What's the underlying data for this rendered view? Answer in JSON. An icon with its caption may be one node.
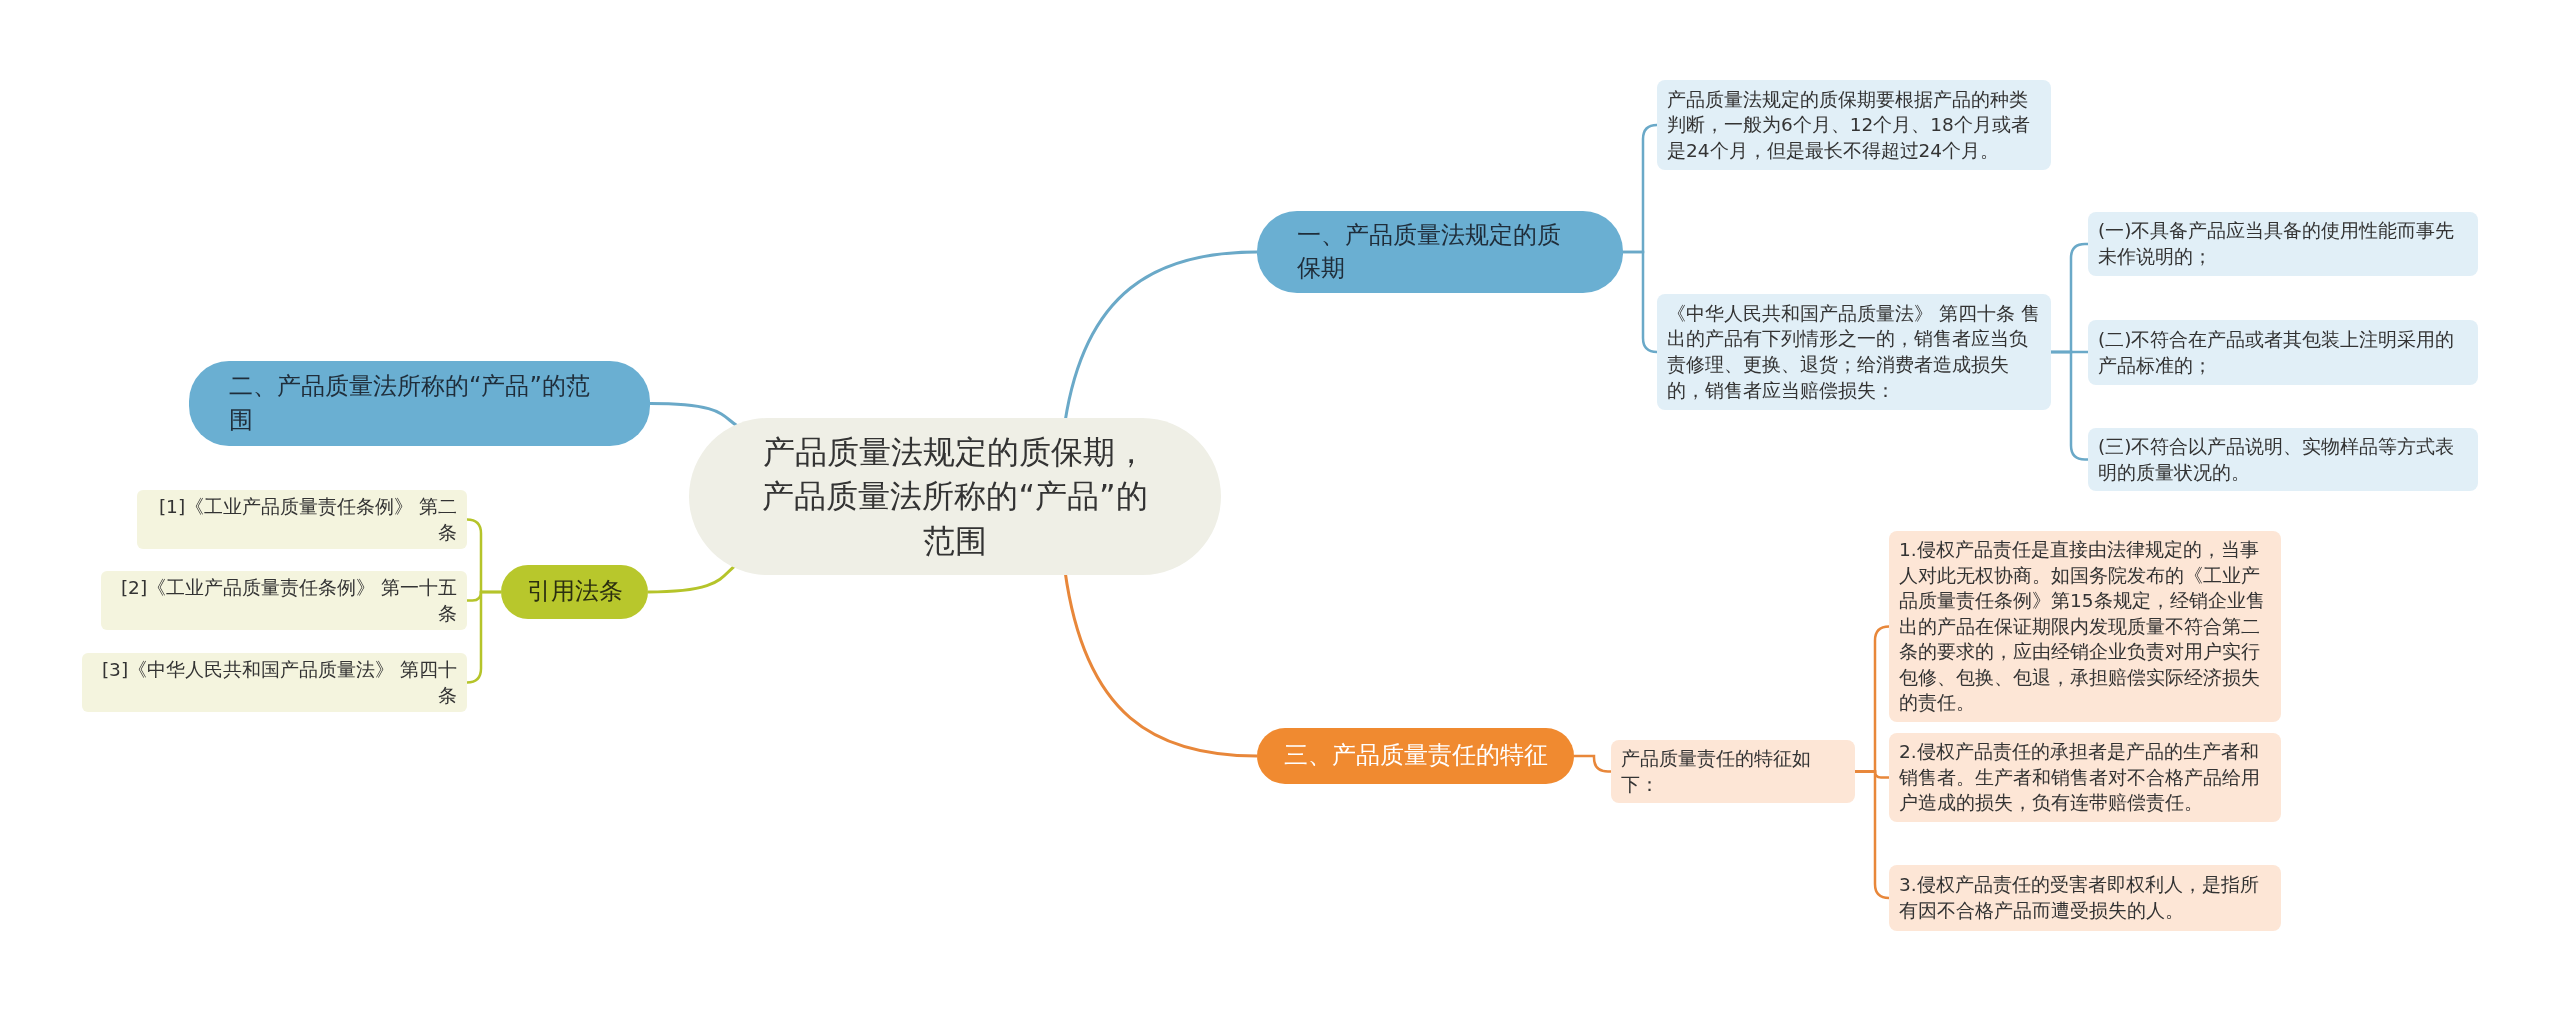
{
  "diagram": {
    "nodes": [
      {
        "text": [
          "产品质量法规定的质保期，产品质量法所称的“产品”的范围"
        ]
      },
      {
        "text": [
          "一、产品质量法规定的质保期"
        ]
      },
      {
        "text": [
          "产品质量法规定的质保期要根据产品的种类判断，一般为6个月、12个月、18个月或者是24个月，但是最长不得超过24个月。"
        ]
      },
      {
        "text": [
          "《中华人民共和国产品质量法》 第四十条 售出的产品有下列情形之一的，销售者应当负责修理、更换、退货；给消费者造成损失的，销售者应当赔偿损失："
        ]
      },
      {
        "text": [
          "(一)不具备产品应当具备的使用性能而事先未作说明的；"
        ]
      },
      {
        "text": [
          "(二)不符合在产品或者其包装上注明采用的产品标准的；"
        ]
      },
      {
        "text": [
          "(三)不符合以产品说明、实物样品等方式表明的质量状况的。"
        ]
      },
      {
        "text": [
          "二、产品质量法所称的“产品”的范围"
        ]
      },
      {
        "text": [
          "引用法条"
        ]
      },
      {
        "text": [
          "[1]《工业产品质量责任条例》 第二条"
        ]
      },
      {
        "text": [
          "[2]《工业产品质量责任条例》 第一十五条"
        ]
      },
      {
        "text": [
          "[3]《中华人民共和国产品质量法》 第四十条"
        ]
      },
      {
        "text": [
          "三、产品质量责任的特征"
        ]
      },
      {
        "text": [
          "产品质量责任的特征如下："
        ]
      },
      {
        "text": [
          "1.侵权产品责任是直接由法律规定的，当事人对此无权协商。如国务院发布的《工业产品质量责任条例》第15条规定，经销企业售出的产品在保证期限内发现质量不符合第二条的要求的，应由经销企业负责对用户实行包修、包换、包退，承担赔偿实际经济损失的责任。"
        ]
      },
      {
        "text": [
          "2.侵权产品责任的承担者是产品的生产者和销售者。生产者和销售者对不合格产品给用户造成的损失，负有连带赔偿责任。"
        ]
      },
      {
        "text": [
          "3.侵权产品责任的受害者即权利人，是指所有因不合格产品而遭受损失的人。"
        ]
      }
    ],
    "edges": [
      {
        "from": 0,
        "to": 1,
        "arrow": "none"
      },
      {
        "from": 1,
        "to": 2,
        "arrow": "none"
      },
      {
        "from": 1,
        "to": 3,
        "arrow": "none"
      },
      {
        "from": 3,
        "to": 4,
        "arrow": "none"
      },
      {
        "from": 3,
        "to": 5,
        "arrow": "none"
      },
      {
        "from": 3,
        "to": 6,
        "arrow": "none"
      },
      {
        "from": 0,
        "to": 7,
        "arrow": "none"
      },
      {
        "from": 0,
        "to": 8,
        "arrow": "none",
        "color": "#b5c42a"
      },
      {
        "from": 8,
        "to": 9,
        "arrow": "none",
        "color": "#b5c42a"
      },
      {
        "from": 8,
        "to": 10,
        "arrow": "none",
        "color": "#b5c42a"
      },
      {
        "from": 8,
        "to": 11,
        "arrow": "none",
        "color": "#b5c42a"
      },
      {
        "from": 0,
        "to": 12,
        "arrow": "none",
        "color": "#e8873a"
      },
      {
        "from": 12,
        "to": 13,
        "arrow": "none",
        "color": "#e8873a"
      },
      {
        "from": 13,
        "to": 14,
        "arrow": "none",
        "color": "#e8873a"
      },
      {
        "from": 13,
        "to": 15,
        "arrow": "none",
        "color": "#e8873a"
      },
      {
        "from": 13,
        "to": 16,
        "arrow": "none",
        "color": "#e8873a"
      }
    ]
  }
}
